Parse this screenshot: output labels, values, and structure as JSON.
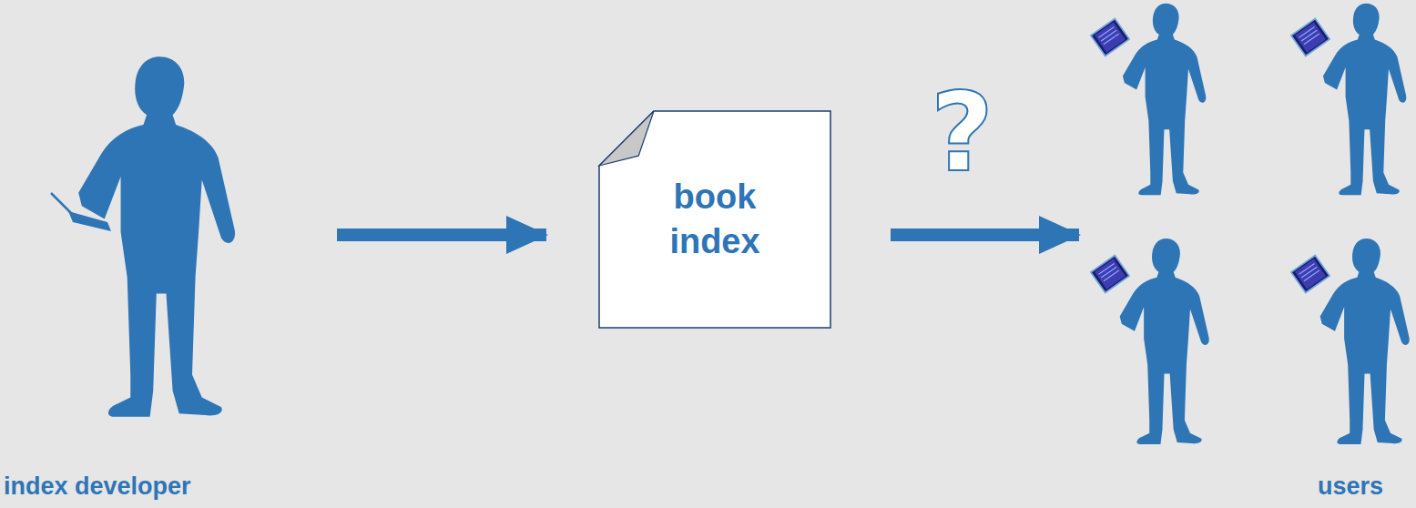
{
  "diagram": {
    "nodes": [
      {
        "text": [
          "index developer"
        ]
      },
      {
        "text": [
          "book index"
        ]
      },
      {
        "text": [
          "users"
        ]
      }
    ],
    "edges": [
      {
        "from": 0,
        "to": 1,
        "arrow": "to"
      },
      {
        "from": 1,
        "to": 2,
        "arrow": "to",
        "label": "?"
      }
    ]
  }
}
